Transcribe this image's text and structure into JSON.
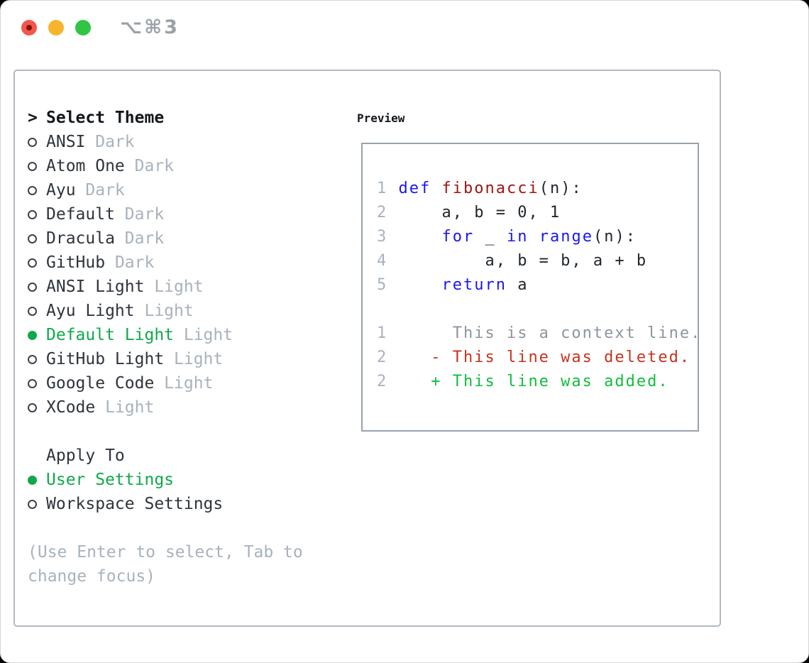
{
  "titlebar": {
    "shortcut": "⌥⌘3"
  },
  "panel": {
    "select_theme_heading": "Select Theme",
    "selector_caret": ">",
    "themes": [
      {
        "name": "ANSI",
        "variant": "Dark",
        "selected": false
      },
      {
        "name": "Atom One",
        "variant": "Dark",
        "selected": false
      },
      {
        "name": "Ayu",
        "variant": "Dark",
        "selected": false
      },
      {
        "name": "Default",
        "variant": "Dark",
        "selected": false
      },
      {
        "name": "Dracula",
        "variant": "Dark",
        "selected": false
      },
      {
        "name": "GitHub",
        "variant": "Dark",
        "selected": false
      },
      {
        "name": "ANSI Light",
        "variant": "Light",
        "selected": false
      },
      {
        "name": "Ayu Light",
        "variant": "Light",
        "selected": false
      },
      {
        "name": "Default Light",
        "variant": "Light",
        "selected": true
      },
      {
        "name": "GitHub Light",
        "variant": "Light",
        "selected": false
      },
      {
        "name": "Google Code",
        "variant": "Light",
        "selected": false
      },
      {
        "name": "XCode",
        "variant": "Light",
        "selected": false
      }
    ],
    "apply_heading": "Apply To",
    "apply_options": [
      {
        "label": "User Settings",
        "selected": true
      },
      {
        "label": "Workspace Settings",
        "selected": false
      }
    ],
    "help_lines": [
      "(Use Enter to select, Tab to",
      "change focus)"
    ]
  },
  "preview": {
    "heading": "Preview",
    "lines": [
      {
        "num": "1",
        "segments": [
          {
            "text": "def",
            "style": "keyword"
          },
          {
            "text": " ",
            "style": "plain"
          },
          {
            "text": "fibonacci",
            "style": "function"
          },
          {
            "text": "(n):",
            "style": "plain"
          }
        ]
      },
      {
        "num": "2",
        "segments": [
          {
            "text": "    a, b = 0, 1",
            "style": "plain"
          }
        ]
      },
      {
        "num": "3",
        "segments": [
          {
            "text": "    ",
            "style": "plain"
          },
          {
            "text": "for",
            "style": "keyword"
          },
          {
            "text": " _ ",
            "style": "plain"
          },
          {
            "text": "in",
            "style": "keyword"
          },
          {
            "text": " ",
            "style": "plain"
          },
          {
            "text": "range",
            "style": "keyword"
          },
          {
            "text": "(n):",
            "style": "plain"
          }
        ]
      },
      {
        "num": "4",
        "segments": [
          {
            "text": "        a, b = b, a + b",
            "style": "plain"
          }
        ]
      },
      {
        "num": "5",
        "segments": [
          {
            "text": "    ",
            "style": "plain"
          },
          {
            "text": "return",
            "style": "keyword"
          },
          {
            "text": " a",
            "style": "plain"
          }
        ]
      },
      {
        "num": "",
        "segments": []
      },
      {
        "num": "1",
        "segments": [
          {
            "text": "     This is a context line.",
            "style": "context"
          }
        ]
      },
      {
        "num": "2",
        "segments": [
          {
            "text": "   - This line was deleted.",
            "style": "deleted"
          }
        ]
      },
      {
        "num": "2",
        "segments": [
          {
            "text": "   + This line was added.",
            "style": "added"
          }
        ]
      }
    ]
  },
  "palette": {
    "text": "#2e343c",
    "muted_gray": "#a8b2bd",
    "context_gray": "#8d959e",
    "selected_green": "#0fa94a",
    "added_green": "#10bd3c",
    "deleted_red": "#c4331d",
    "keyword_blue": "#1a17ef",
    "function_red": "#a31414",
    "panel_border": "#b0b8c1",
    "preview_border": "#98a2ac",
    "titlebar_text": "#9aa1a8",
    "traffic_red": "#f4564c",
    "traffic_yellow": "#f7b52e",
    "traffic_green": "#30c545"
  }
}
